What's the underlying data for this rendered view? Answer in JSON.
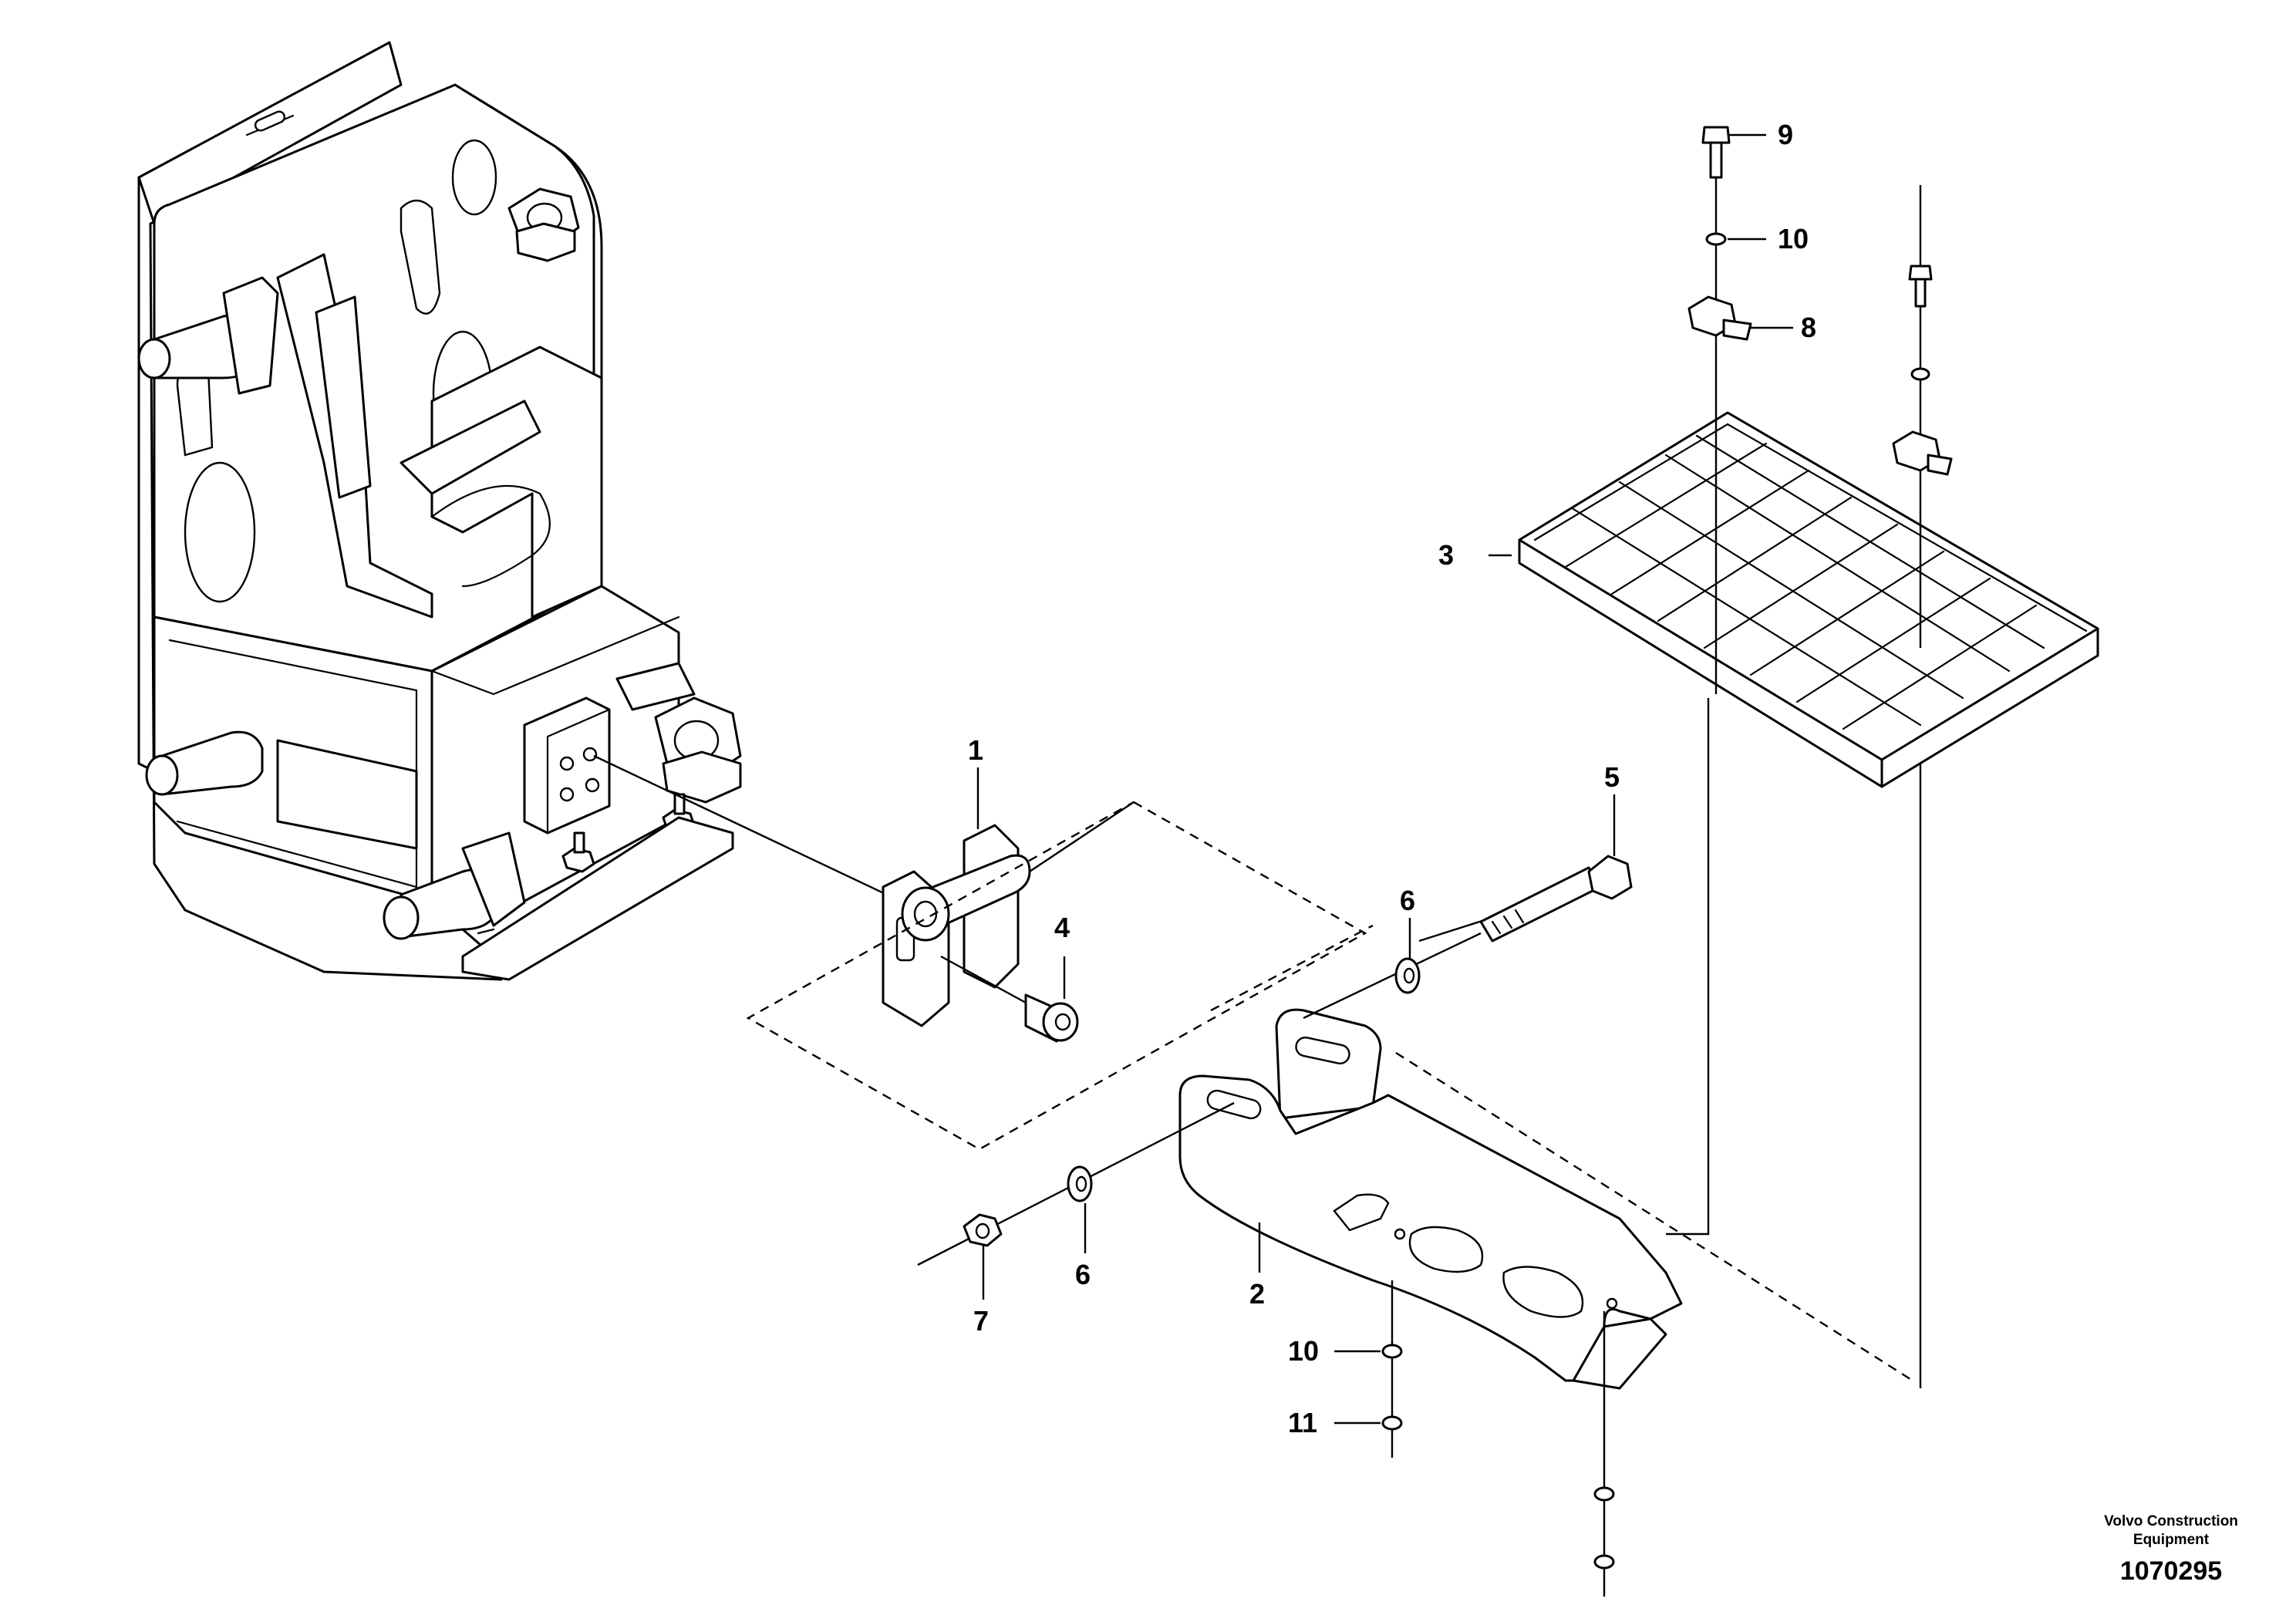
{
  "callouts": {
    "c1": "1",
    "c2": "2",
    "c3": "3",
    "c4": "4",
    "c5": "5",
    "c6a": "6",
    "c6b": "6",
    "c7": "7",
    "c8": "8",
    "c9": "9",
    "c10a": "10",
    "c10b": "10",
    "c11": "11"
  },
  "footer": {
    "brand_line1": "Volvo Construction",
    "brand_line2": "Equipment",
    "document_number": "1070295"
  }
}
